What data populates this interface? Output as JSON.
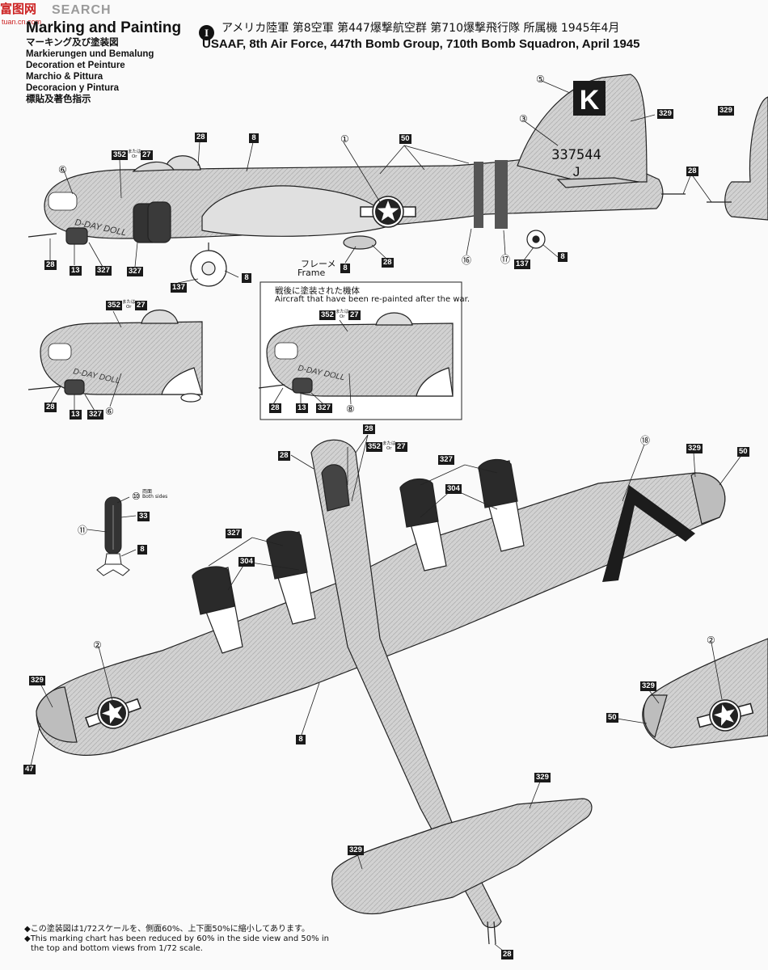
{
  "watermark": {
    "logo": "富图网",
    "url": "tuan.cn.com",
    "text": "SEARCH"
  },
  "header": {
    "title": "Marking and Painting",
    "languages": [
      "マーキング及び塗装図",
      "Markierungen und Bemalung",
      "Decoration et Peinture",
      "Marchio & Pittura",
      "Decoracion y Pintura",
      "標貼及著色指示"
    ]
  },
  "scheme": {
    "badge": "I",
    "title_jp": "アメリカ陸軍 第8空軍 第447爆撃航空群 第710爆撃飛行隊 所属機 1945年4月",
    "title_en": "USAAF, 8th Air Force, 447th Bomb Group, 710th Bomb Squadron, April 1945"
  },
  "aircraft": {
    "tail_letter": "K",
    "serial": "337544",
    "sub_letter": "J",
    "nose_art": "D-DAY DOLL"
  },
  "labels": {
    "frame_jp": "フレーメ",
    "frame_en": "Frame",
    "or_jp": "または",
    "or_en": "Or",
    "both_sides_jp": "両面",
    "both_sides_en": "Both sides"
  },
  "repaint_box": {
    "title_jp": "戦後に塗装された機体",
    "title_en": "Aircraft that have been re-painted after the war."
  },
  "paint_numbers": {
    "n8": "8",
    "n13": "13",
    "n27": "27",
    "n28": "28",
    "n33": "33",
    "n47": "47",
    "n50": "50",
    "n137": "137",
    "n304": "304",
    "n327": "327",
    "n329": "329",
    "n352": "352"
  },
  "decal_numbers": {
    "d1": "①",
    "d2": "②",
    "d3": "③",
    "d5": "⑤",
    "d6": "⑥",
    "d8": "⑧",
    "d10": "⑩",
    "d11": "⑪",
    "d16": "⑯",
    "d17": "⑰",
    "d18": "⑱"
  },
  "notes": {
    "line1": "◆この塗装図は1/72スケールを、側面60%、上下面50%に縮小してあります。",
    "line2": "◆This marking chart has been reduced by 60% in the side view and 50% in",
    "line3": "the top and bottom views from 1/72 scale."
  }
}
